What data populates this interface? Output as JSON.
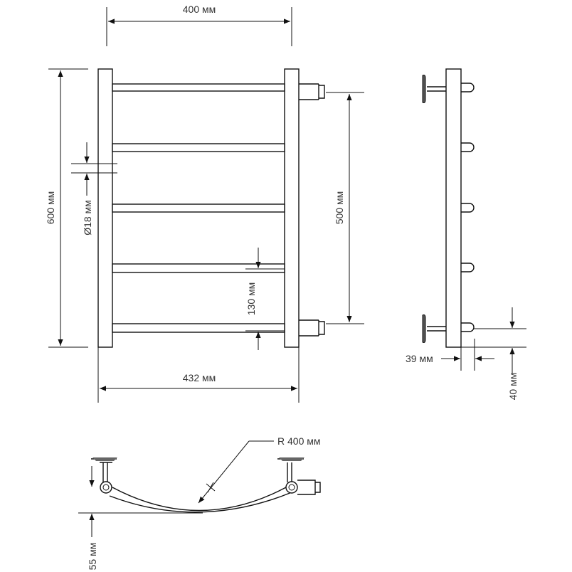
{
  "title": "Towel rail dimension drawing",
  "dimensions": {
    "width_top": "400 мм",
    "height": "600 мм",
    "pipe_diameter": "Ø18 мм",
    "center_distance": "500 мм",
    "rail_spacing": "130 мм",
    "width_bottom": "432 мм",
    "hook_depth": "39 мм",
    "bottom_offset": "40 мм",
    "radius": "R 400 мм",
    "wall_offset": "55 мм"
  },
  "views": {
    "front_rail_count": 5,
    "side_hook_count": 5
  },
  "colors": {
    "line": "#111111",
    "text": "#333333"
  }
}
